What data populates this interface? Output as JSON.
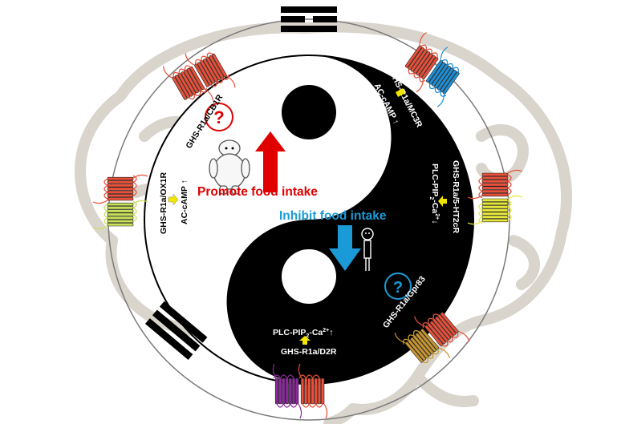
{
  "labels": {
    "promote": "Promote food intake",
    "inhibit": "Inhibit food intake",
    "cb1r": "GHS-R1a/CB1R",
    "mc3r": "GHS-R1a/MC3R",
    "mc3r_pathway": "AC-cAMP ↑",
    "ox1r": "GHS-R1a/OX1R",
    "ox1r_pathway": "AC-cAMP ↑",
    "ht2cr": "GHS-R1a/5-HT2cR",
    "ht2cr_pathway_main": "PLC-PIP",
    "ht2cr_pathway_sub": "2",
    "ht2cr_pathway_tail": "-Ca",
    "ht2cr_pathway_sup": "2+",
    "ht2cr_pathway_arrow": "↓",
    "gpr83": "GHS-R1a/Gpr83",
    "d2r": "GHS-R1a/D2R",
    "d2r_pathway_main": "PLC-PIP",
    "d2r_pathway_sub": "2",
    "d2r_pathway_tail": "-Ca",
    "d2r_pathway_sup": "2+",
    "d2r_pathway_arrow": "↑",
    "question_left": "?",
    "question_right": "?"
  },
  "colors": {
    "promote": "#e00000",
    "inhibit": "#1a9bd7",
    "yin": "#000000",
    "yang": "#ffffff",
    "brain_outline": "#d9d4cc",
    "connector": "#f2e600"
  },
  "receptors": [
    {
      "name": "cb1r-receptor-pair",
      "colors": [
        "#e8503a",
        "#e8503a"
      ]
    },
    {
      "name": "mc3r-receptor-pair",
      "colors": [
        "#e8503a",
        "#1e90d8"
      ]
    },
    {
      "name": "ox1r-receptor-pair",
      "colors": [
        "#c8e05a",
        "#e8503a"
      ]
    },
    {
      "name": "ht2cr-receptor-pair",
      "colors": [
        "#e8503a",
        "#e8e83a"
      ]
    },
    {
      "name": "gpr83-receptor-pair",
      "colors": [
        "#e8503a",
        "#c89630"
      ]
    },
    {
      "name": "d2r-receptor-pair",
      "colors": [
        "#e8503a",
        "#8a2a9a"
      ]
    }
  ]
}
